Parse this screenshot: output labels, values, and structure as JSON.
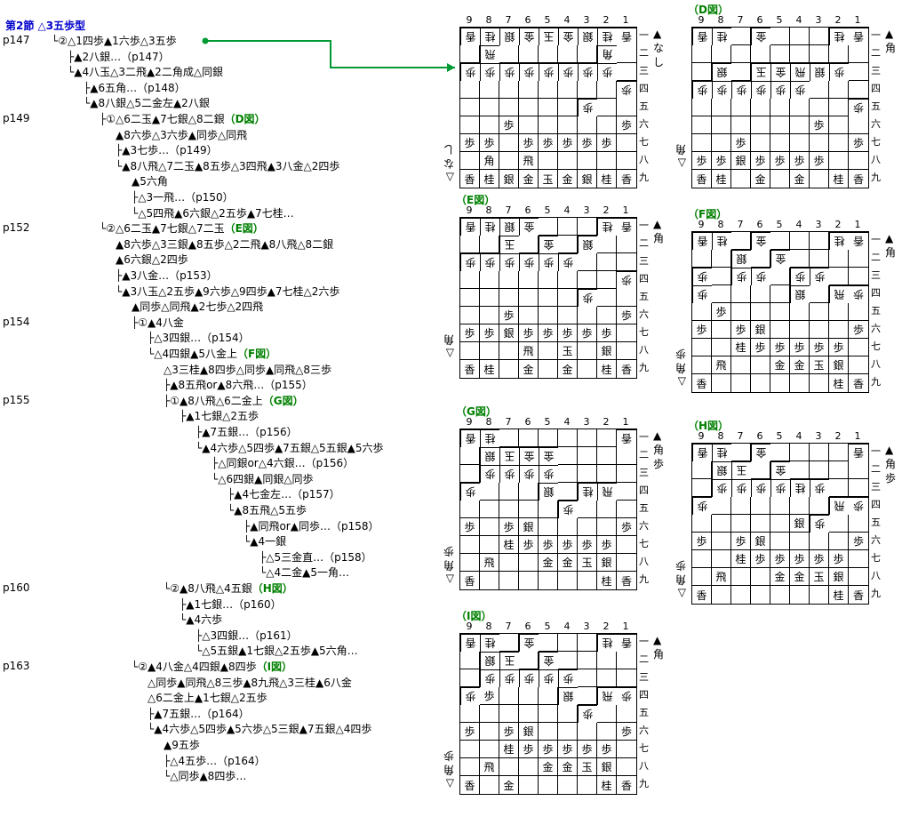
{
  "title": "第2節  △3五歩型",
  "tree": {
    "pages": [
      {
        "text": "p147",
        "y": 0
      },
      {
        "text": "p149",
        "y": 1
      },
      {
        "text": "p152",
        "y": 2
      },
      {
        "text": "p154",
        "y": 3
      },
      {
        "text": "p155",
        "y": 4
      },
      {
        "text": "p160",
        "y": 5
      },
      {
        "text": "p163",
        "y": 6
      }
    ],
    "lines": [
      {
        "text": "└②△1四歩▲1六歩△3五歩",
        "indent": 0,
        "link": ""
      },
      {
        "text": "├▲2八銀…（p147）",
        "indent": 1,
        "link": ""
      },
      {
        "text": "└▲4八玉△3二飛▲2二角成△同銀",
        "indent": 1,
        "link": ""
      },
      {
        "text": "├▲6五角…（p148）",
        "indent": 2,
        "link": ""
      },
      {
        "text": "└▲8八銀△5二金左▲2八銀",
        "indent": 2,
        "link": ""
      },
      {
        "text": "├①△6二玉▲7七銀△8二銀",
        "indent": 3,
        "link": "（D図）"
      },
      {
        "text": "▲8六歩△3六歩▲同歩△同飛",
        "indent": 4,
        "link": ""
      },
      {
        "text": "├▲3七歩…（p149）",
        "indent": 4,
        "link": ""
      },
      {
        "text": "└▲8八飛△7二玉▲8五歩△3四飛▲3八金△2四歩",
        "indent": 4,
        "link": ""
      },
      {
        "text": "▲5六角",
        "indent": 5,
        "link": ""
      },
      {
        "text": "├△3一飛…（p150）",
        "indent": 5,
        "link": ""
      },
      {
        "text": "└△5四飛▲6六銀△2五歩▲7七桂…",
        "indent": 5,
        "link": ""
      },
      {
        "text": "└②△6二玉▲7七銀△7二玉",
        "indent": 3,
        "link": "（E図）"
      },
      {
        "text": "▲8六歩△3三銀▲8五歩△2二飛▲8八飛△8二銀",
        "indent": 4,
        "link": ""
      },
      {
        "text": "▲6六銀△2四歩",
        "indent": 4,
        "link": ""
      },
      {
        "text": "├▲3八金…（p153）",
        "indent": 4,
        "link": ""
      },
      {
        "text": "└▲3八玉△2五歩▲9六歩△9四歩▲7七桂△2六歩",
        "indent": 4,
        "link": ""
      },
      {
        "text": "▲同歩△同飛▲2七歩△2四飛",
        "indent": 5,
        "link": ""
      },
      {
        "text": "├①▲4八金",
        "indent": 5,
        "link": ""
      },
      {
        "text": "├△3四銀…（p154）",
        "indent": 6,
        "link": ""
      },
      {
        "text": "└△4四銀▲5八金上",
        "indent": 6,
        "link": "（F図）"
      },
      {
        "text": "△3三桂▲8四歩△同歩▲同飛△8三歩",
        "indent": 7,
        "link": ""
      },
      {
        "text": "├▲8五飛or▲8六飛…（p155）",
        "indent": 7,
        "link": ""
      },
      {
        "text": "├①▲8八飛△6二金上",
        "indent": 7,
        "link": "（G図）"
      },
      {
        "text": "├▲1七銀△2五歩",
        "indent": 8,
        "link": ""
      },
      {
        "text": "├▲7五銀…（p156）",
        "indent": 9,
        "link": ""
      },
      {
        "text": "└▲4六歩△5四歩▲7五銀△5五銀▲5六歩",
        "indent": 9,
        "link": ""
      },
      {
        "text": "├△同銀or△4六銀…（p156）",
        "indent": 10,
        "link": ""
      },
      {
        "text": "└△6四銀▲同銀△同歩",
        "indent": 10,
        "link": ""
      },
      {
        "text": "├▲4七金左…（p157）",
        "indent": 11,
        "link": ""
      },
      {
        "text": "└▲8五飛△5五歩",
        "indent": 11,
        "link": ""
      },
      {
        "text": "├▲同飛or▲同歩…（p158）",
        "indent": 12,
        "link": ""
      },
      {
        "text": "└▲4一銀",
        "indent": 12,
        "link": ""
      },
      {
        "text": "├△5三金直…（p158）",
        "indent": 13,
        "link": ""
      },
      {
        "text": "└△4二金▲5一角…",
        "indent": 13,
        "link": ""
      },
      {
        "text": "└②▲8八飛△4五銀",
        "indent": 7,
        "link": "（H図）"
      },
      {
        "text": "├▲1七銀…（p160）",
        "indent": 8,
        "link": ""
      },
      {
        "text": "└▲4六歩",
        "indent": 8,
        "link": ""
      },
      {
        "text": "├△3四銀…（p161）",
        "indent": 9,
        "link": ""
      },
      {
        "text": "└△5五銀▲1七銀△2五歩▲5六角…",
        "indent": 9,
        "link": ""
      },
      {
        "text": "└②▲4八金△4四銀▲8四歩",
        "indent": 5,
        "link": "（I図）"
      },
      {
        "text": "△同歩▲同飛△8三歩▲8九飛△3三桂▲6八金",
        "indent": 6,
        "link": ""
      },
      {
        "text": "△6二金上▲1七銀△2五歩",
        "indent": 6,
        "link": ""
      },
      {
        "text": "├▲7五銀…（p164）",
        "indent": 6,
        "link": ""
      },
      {
        "text": "└▲4六歩△5四歩▲5六歩△5三銀▲7五銀△4四歩",
        "indent": 6,
        "link": ""
      },
      {
        "text": "▲9五歩",
        "indent": 7,
        "link": ""
      },
      {
        "text": "├△4五歩…（p164）",
        "indent": 7,
        "link": ""
      },
      {
        "text": "└△同歩▲8四歩…",
        "indent": 7,
        "link": ""
      }
    ]
  },
  "columns": [
    "9",
    "8",
    "7",
    "6",
    "5",
    "4",
    "3",
    "2",
    "1"
  ],
  "rows": [
    "一",
    "二",
    "三",
    "四",
    "五",
    "六",
    "七",
    "八",
    "九"
  ],
  "boards": [
    {
      "label": "",
      "sente_hand": "▲\nな\nし",
      "gote_hand": "△\nな\nし",
      "cells": [
        [
          "g香",
          "g桂",
          "g銀",
          "g金",
          "g玉",
          "g金",
          "g銀",
          "g桂",
          "g香"
        ],
        [
          "",
          "g飛",
          "",
          "",
          "",
          "",
          "",
          "g角",
          ""
        ],
        [
          "g歩",
          "g歩",
          "g歩",
          "g歩",
          "g歩",
          "g歩",
          "g歩",
          "g歩",
          ""
        ],
        [
          "",
          "",
          "",
          "",
          "",
          "",
          "",
          "",
          "g歩"
        ],
        [
          "",
          "",
          "",
          "",
          "",
          "",
          "g歩",
          "",
          ""
        ],
        [
          "",
          "",
          "s歩",
          "",
          "",
          "",
          "",
          "",
          "s歩"
        ],
        [
          "s歩",
          "s歩",
          "",
          "s歩",
          "s歩",
          "s歩",
          "s歩",
          "s歩",
          ""
        ],
        [
          "",
          "s角",
          "",
          "s飛",
          "",
          "",
          "",
          "",
          ""
        ],
        [
          "s香",
          "s桂",
          "s銀",
          "s金",
          "s玉",
          "s金",
          "s銀",
          "s桂",
          "s香"
        ]
      ]
    },
    {
      "label": "（D図）",
      "sente_hand": "▲\n角",
      "gote_hand": "△\n角",
      "cells": [
        [
          "g香",
          "g桂",
          "",
          "g金",
          "",
          "",
          "",
          "g桂",
          "g香"
        ],
        [
          "",
          "",
          "",
          "",
          "",
          "",
          "",
          "",
          ""
        ],
        [
          "",
          "g銀",
          "",
          "g玉",
          "g金",
          "g飛",
          "g銀",
          "g歩",
          ""
        ],
        [
          "g歩",
          "g歩",
          "g歩",
          "g歩",
          "g歩",
          "g歩",
          "",
          "",
          ""
        ],
        [
          "",
          "",
          "",
          "",
          "",
          "",
          "",
          "",
          "g歩"
        ],
        [
          "",
          "",
          "",
          "",
          "",
          "",
          "s歩",
          "",
          ""
        ],
        [
          "",
          "",
          "s歩",
          "",
          "",
          "",
          "",
          "",
          "s歩"
        ],
        [
          "s歩",
          "s歩",
          "s銀",
          "s歩",
          "s歩",
          "s歩",
          "s歩",
          "",
          ""
        ],
        [
          "s香",
          "s桂",
          "",
          "s金",
          "",
          "s金",
          "",
          "s桂",
          "s香"
        ]
      ]
    },
    {
      "label": "（E図）",
      "sente_hand": "▲\n角",
      "gote_hand": "△\n角",
      "cells": [
        [
          "g香",
          "g桂",
          "g銀",
          "g金",
          "",
          "",
          "",
          "g桂",
          "g香"
        ],
        [
          "",
          "",
          "g玉",
          "",
          "g金",
          "",
          "g銀",
          "",
          ""
        ],
        [
          "g歩",
          "g歩",
          "g歩",
          "g歩",
          "g歩",
          "g歩",
          "",
          "",
          ""
        ],
        [
          "",
          "",
          "",
          "",
          "",
          "",
          "",
          "",
          "g歩"
        ],
        [
          "",
          "",
          "",
          "",
          "",
          "",
          "g歩",
          "",
          ""
        ],
        [
          "",
          "",
          "s歩",
          "",
          "",
          "",
          "",
          "",
          "s歩"
        ],
        [
          "s歩",
          "s歩",
          "s銀",
          "s歩",
          "s歩",
          "s歩",
          "s歩",
          "s歩",
          ""
        ],
        [
          "",
          "",
          "",
          "s飛",
          "",
          "s玉",
          "",
          "s銀",
          ""
        ],
        [
          "s香",
          "s桂",
          "",
          "s金",
          "",
          "s金",
          "",
          "s桂",
          "s香"
        ]
      ]
    },
    {
      "label": "（F図）",
      "sente_hand": "▲\n角",
      "gote_hand": "△\n角\n歩",
      "cells": [
        [
          "g香",
          "g桂",
          "",
          "g金",
          "",
          "",
          "",
          "g桂",
          "g香"
        ],
        [
          "",
          "",
          "g銀",
          "",
          "g金",
          "",
          "",
          "",
          ""
        ],
        [
          "g歩",
          "",
          "g歩",
          "g歩",
          "",
          "g歩",
          "g歩",
          "",
          ""
        ],
        [
          "g歩",
          "",
          "",
          "",
          "",
          "g銀",
          "",
          "g飛",
          "g歩"
        ],
        [
          "",
          "s歩",
          "",
          "",
          "",
          "",
          "",
          "",
          ""
        ],
        [
          "s歩",
          "",
          "s歩",
          "s銀",
          "",
          "",
          "",
          "",
          "s歩"
        ],
        [
          "",
          "",
          "s桂",
          "s歩",
          "s歩",
          "s歩",
          "s歩",
          "s歩",
          ""
        ],
        [
          "",
          "s飛",
          "",
          "",
          "s金",
          "s金",
          "s玉",
          "s銀",
          ""
        ],
        [
          "s香",
          "",
          "",
          "",
          "",
          "",
          "",
          "s桂",
          "s香"
        ]
      ]
    },
    {
      "label": "（G図）",
      "sente_hand": "▲\n角\n歩",
      "gote_hand": "△\n角\n歩",
      "cells": [
        [
          "g香",
          "g桂",
          "",
          "",
          "",
          "",
          "",
          "",
          "g香"
        ],
        [
          "",
          "g銀",
          "g玉",
          "g金",
          "g金",
          "",
          "",
          "",
          ""
        ],
        [
          "",
          "g歩",
          "g歩",
          "g歩",
          "g歩",
          "",
          "",
          "",
          ""
        ],
        [
          "g歩",
          "",
          "",
          "",
          "g銀",
          "",
          "g桂",
          "g飛",
          ""
        ],
        [
          "",
          "",
          "",
          "",
          "",
          "g歩",
          "",
          "",
          ""
        ],
        [
          "s歩",
          "",
          "s歩",
          "s銀",
          "",
          "",
          "",
          "",
          "s歩"
        ],
        [
          "",
          "",
          "s桂",
          "s歩",
          "s歩",
          "s歩",
          "s歩",
          "s歩",
          ""
        ],
        [
          "",
          "s飛",
          "",
          "",
          "s金",
          "s金",
          "s玉",
          "s銀",
          ""
        ],
        [
          "s香",
          "",
          "",
          "",
          "",
          "",
          "",
          "s桂",
          "s香"
        ]
      ]
    },
    {
      "label": "（H図）",
      "sente_hand": "▲\n角\n歩",
      "gote_hand": "△\n角\n歩",
      "cells": [
        [
          "g香",
          "g桂",
          "",
          "g金",
          "",
          "",
          "",
          "",
          "g香"
        ],
        [
          "",
          "g銀",
          "g玉",
          "",
          "g金",
          "",
          "",
          "",
          ""
        ],
        [
          "",
          "g歩",
          "g歩",
          "g歩",
          "g歩",
          "g桂",
          "g歩",
          "",
          ""
        ],
        [
          "g歩",
          "",
          "",
          "",
          "",
          "",
          "",
          "g飛",
          "g歩"
        ],
        [
          "",
          "",
          "",
          "",
          "",
          "s銀",
          "g歩",
          "",
          ""
        ],
        [
          "s歩",
          "",
          "s歩",
          "s銀",
          "",
          "",
          "",
          "",
          "s歩"
        ],
        [
          "",
          "",
          "s桂",
          "s歩",
          "s歩",
          "s歩",
          "s歩",
          "s歩",
          ""
        ],
        [
          "",
          "s飛",
          "",
          "",
          "s金",
          "s金",
          "s玉",
          "s銀",
          ""
        ],
        [
          "s香",
          "",
          "",
          "",
          "",
          "",
          "",
          "s桂",
          "s香"
        ]
      ]
    },
    {
      "label": "（I図）",
      "sente_hand": "▲\n角",
      "gote_hand": "△\n角\n歩",
      "cells": [
        [
          "g香",
          "g桂",
          "",
          "g金",
          "",
          "",
          "",
          "g桂",
          "g香"
        ],
        [
          "",
          "g銀",
          "g玉",
          "",
          "g金",
          "",
          "",
          "",
          ""
        ],
        [
          "",
          "g歩",
          "g歩",
          "g歩",
          "g歩",
          "g歩",
          "",
          "",
          ""
        ],
        [
          "g歩",
          "s歩",
          "",
          "",
          "",
          "g銀",
          "",
          "g飛",
          "g歩"
        ],
        [
          "",
          "",
          "",
          "",
          "",
          "",
          "g歩",
          "",
          ""
        ],
        [
          "s歩",
          "",
          "s歩",
          "s銀",
          "",
          "",
          "",
          "",
          "s歩"
        ],
        [
          "",
          "",
          "s桂",
          "s歩",
          "s歩",
          "s歩",
          "s歩",
          "s歩",
          ""
        ],
        [
          "",
          "s飛",
          "",
          "",
          "s金",
          "s金",
          "s玉",
          "s銀",
          ""
        ],
        [
          "s香",
          "",
          "s金",
          "",
          "",
          "",
          "",
          "s桂",
          "s香"
        ]
      ]
    }
  ],
  "colors": {
    "link": "#008000",
    "title": "#0000cc",
    "arrow": "#009933"
  }
}
